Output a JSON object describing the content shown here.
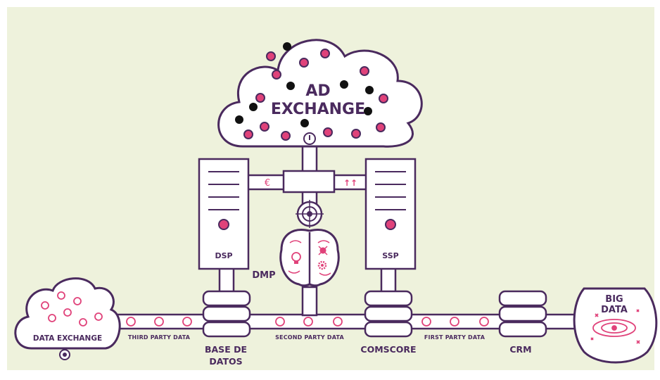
{
  "colors": {
    "background": "#eef2dc",
    "outline": "#4a2a5e",
    "fill": "#ffffff",
    "accent": "#e0427a",
    "dark": "#111111"
  },
  "ad_exchange": {
    "line1": "AD",
    "line2": "EXCHANGE"
  },
  "servers": {
    "dsp": "DSP",
    "ssp": "SSP"
  },
  "dmp": "DMP",
  "connectors": {
    "euro_symbol": "€",
    "people_symbol": "↑↑"
  },
  "data_exchange": "DATA EXCHANGE",
  "big_data": {
    "line1": "BIG",
    "line2": "DATA"
  },
  "pipe_labels": {
    "third_party": "THIRD PARTY DATA",
    "second_party": "SECOND PARTY DATA",
    "first_party": "FIRST PARTY DATA"
  },
  "nodes": {
    "base_de_datos_1": "BASE DE",
    "base_de_datos_2": "DATOS",
    "comscore": "COMSCORE",
    "crm": "CRM"
  },
  "icons": [
    "power-icon",
    "target-icon",
    "brain-icon",
    "bug-icon",
    "settings-icon",
    "galaxy-icon"
  ]
}
